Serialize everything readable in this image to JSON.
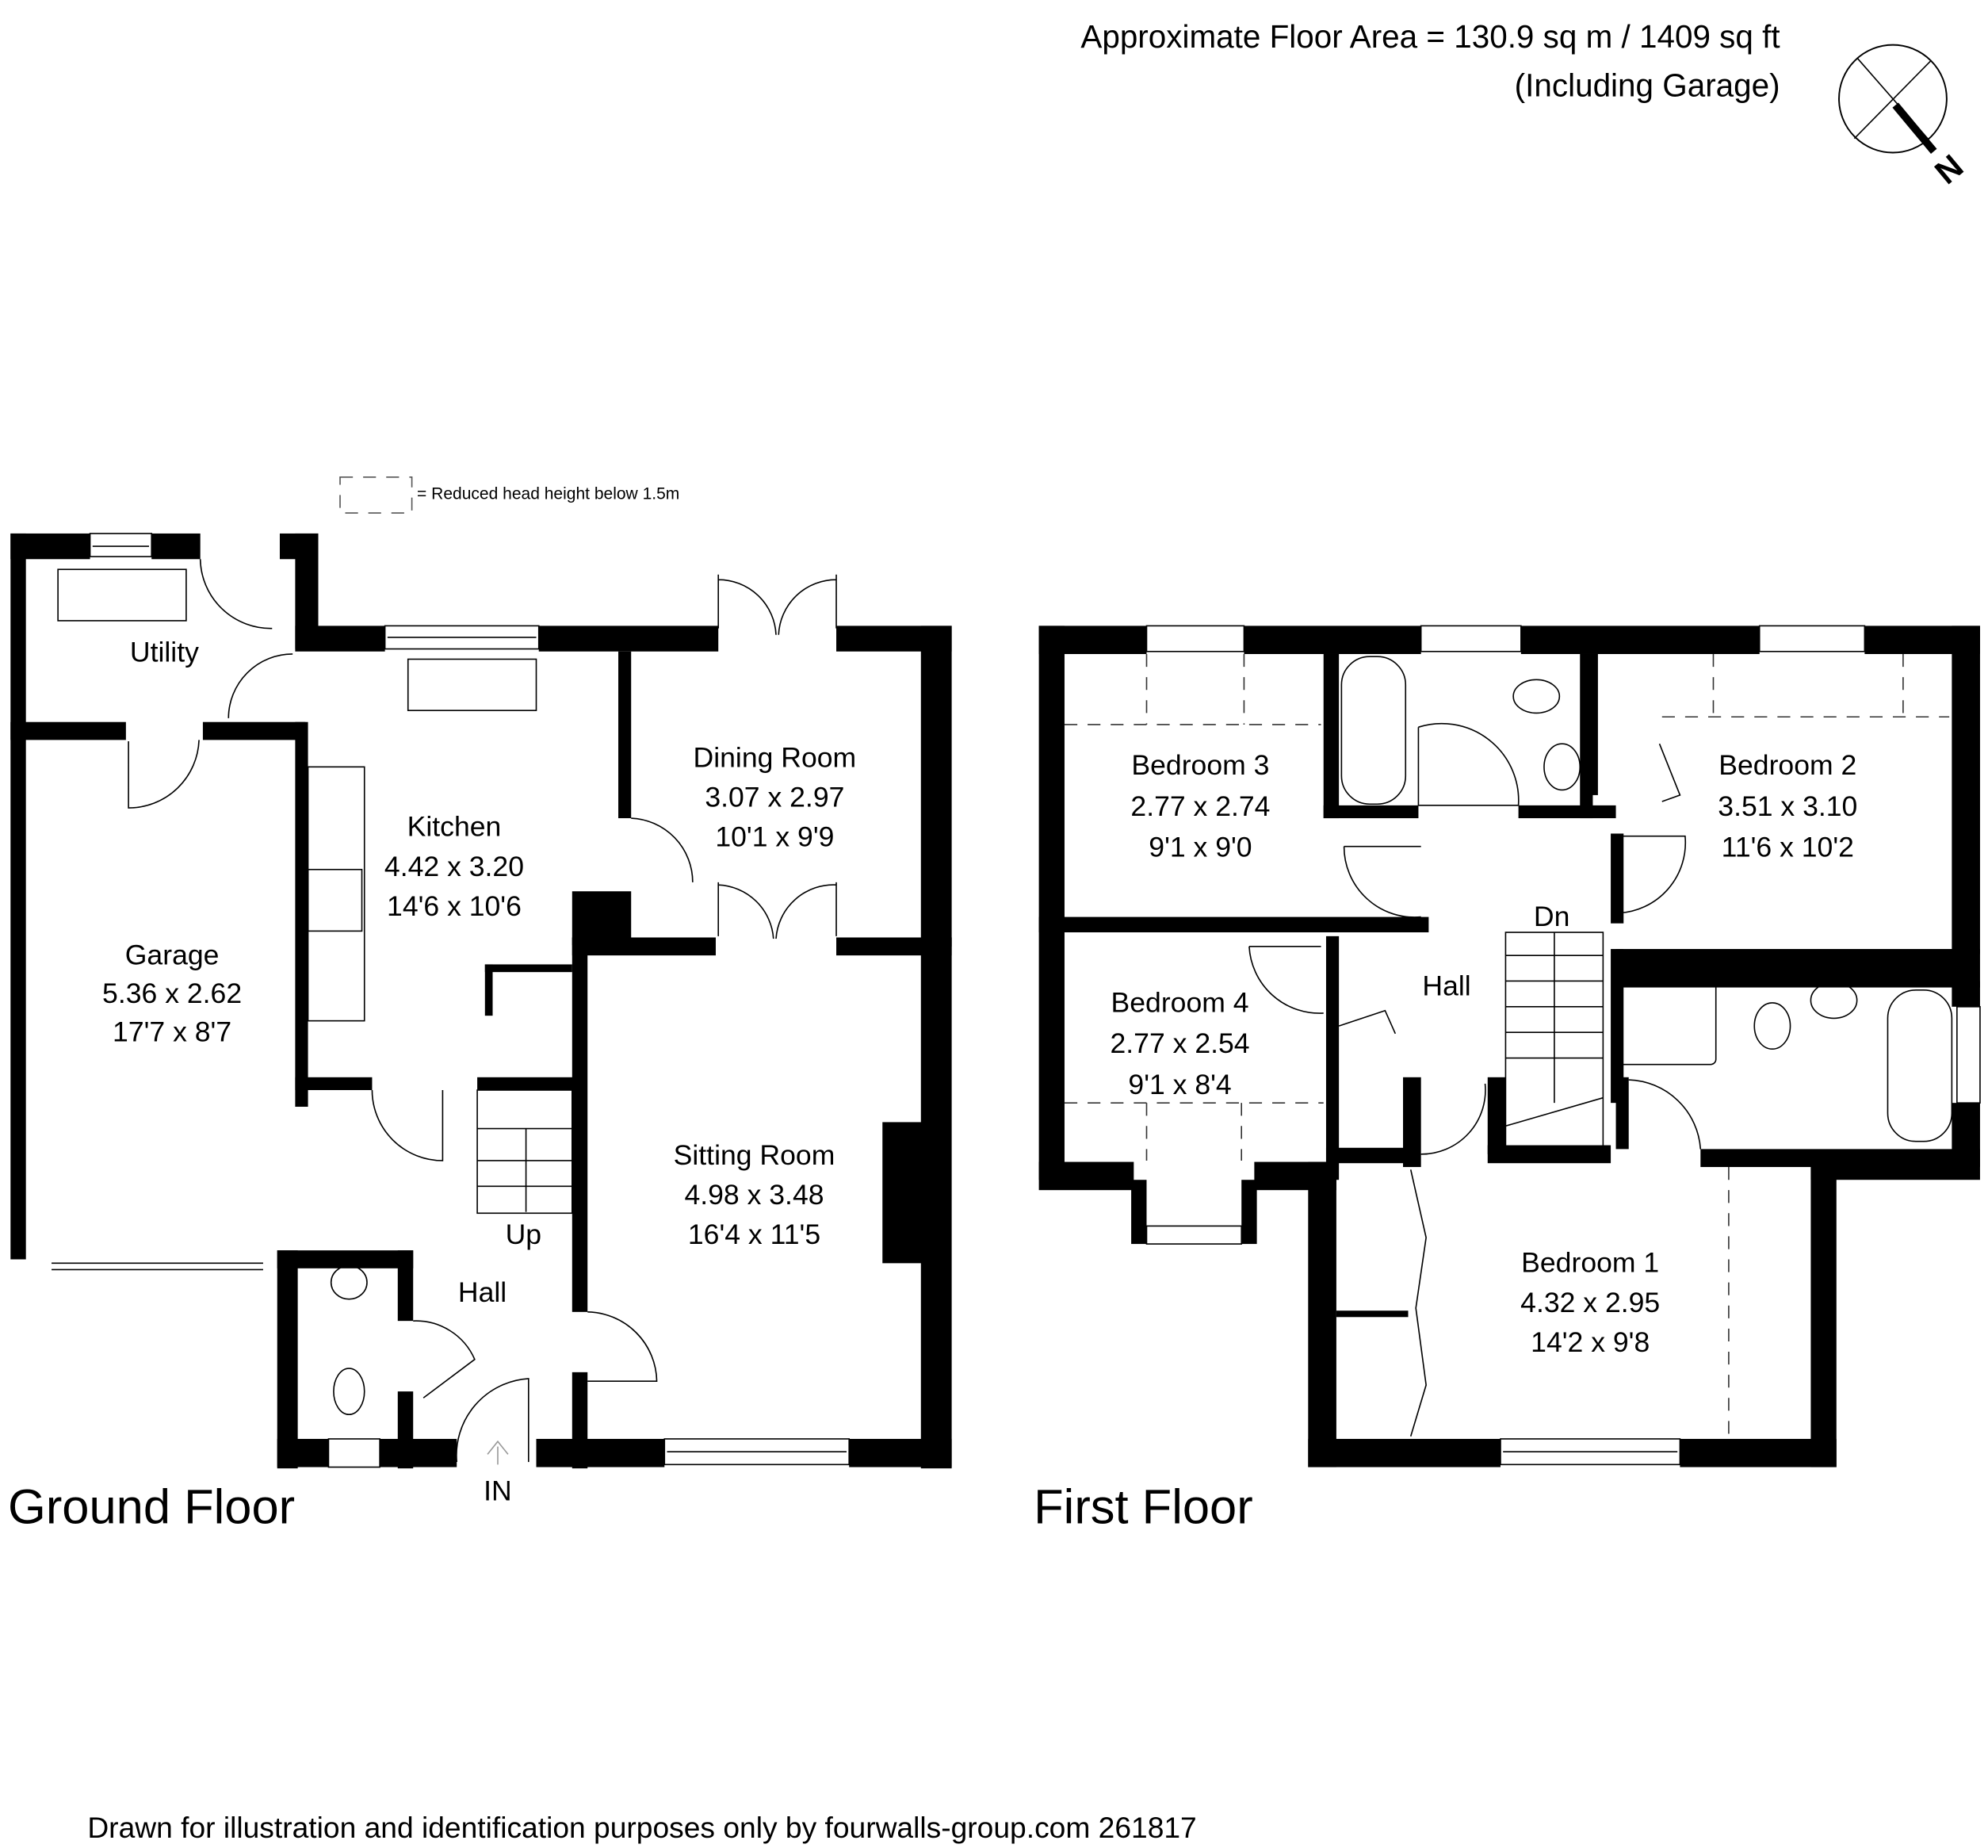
{
  "header": {
    "floor_area": "Approximate Floor Area = 130.9 sq m / 1409 sq ft",
    "note": "(Including Garage)"
  },
  "compass": {
    "icon": "north-compass-icon",
    "label": "N"
  },
  "legend": {
    "text": "= Reduced head height below 1.5m"
  },
  "ground_floor": {
    "title": "Ground Floor",
    "entrance_label": "IN",
    "stairs_label": "Up",
    "rooms": [
      {
        "name": "Utility",
        "metric": "",
        "imperial": ""
      },
      {
        "name": "Garage",
        "metric": "5.36 x 2.62",
        "imperial": "17'7 x 8'7"
      },
      {
        "name": "Kitchen",
        "metric": "4.42 x 3.20",
        "imperial": "14'6 x 10'6"
      },
      {
        "name": "Dining Room",
        "metric": "3.07 x 2.97",
        "imperial": "10'1 x 9'9"
      },
      {
        "name": "Sitting Room",
        "metric": "4.98 x 3.48",
        "imperial": "16'4 x 11'5"
      },
      {
        "name": "Hall",
        "metric": "",
        "imperial": ""
      }
    ]
  },
  "first_floor": {
    "title": "First Floor",
    "stairs_label": "Dn",
    "rooms": [
      {
        "name": "Bedroom 3",
        "metric": "2.77 x 2.74",
        "imperial": "9'1 x 9'0"
      },
      {
        "name": "Bedroom 2",
        "metric": "3.51 x 3.10",
        "imperial": "11'6 x 10'2"
      },
      {
        "name": "Bedroom 4",
        "metric": "2.77 x 2.54",
        "imperial": "9'1 x 8'4"
      },
      {
        "name": "Hall",
        "metric": "",
        "imperial": ""
      },
      {
        "name": "Bedroom 1",
        "metric": "4.32 x 2.95",
        "imperial": "14'2 x 9'8"
      }
    ]
  },
  "footer": {
    "text": "Drawn for illustration and identification purposes only by fourwalls-group.com 261817"
  },
  "colors": {
    "wall": "#000000",
    "background": "#ffffff"
  }
}
